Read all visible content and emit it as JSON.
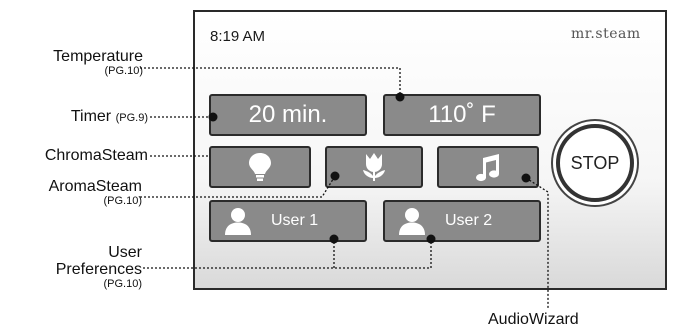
{
  "screen": {
    "time": "8:19 AM",
    "brand": "mr.steam",
    "timer_value": "20 min.",
    "temperature_value": "110˚ F",
    "stop_label": "STOP",
    "users": [
      {
        "label": "User 1"
      },
      {
        "label": "User 2"
      }
    ]
  },
  "callouts": {
    "temperature": {
      "label": "Temperature",
      "page": "(PG.10)"
    },
    "timer": {
      "label": "Timer",
      "page": "(PG.9)"
    },
    "chromasteam": {
      "label": "ChromaSteam"
    },
    "aromasteam": {
      "label": "AromaSteam",
      "page": "(PG.10)"
    },
    "user_prefs": {
      "label_1": "User",
      "label_2": "Preferences",
      "page": "(PG.10)"
    },
    "audiowizard": {
      "label": "AudioWizard"
    }
  },
  "icons": {
    "chroma": "lightbulb-icon",
    "aroma": "tulip-icon",
    "audio": "music-note-icon",
    "user": "person-icon"
  },
  "colors": {
    "button_fill": "#8a8a8a",
    "button_border": "#2b2b2b",
    "text": "#111111"
  }
}
